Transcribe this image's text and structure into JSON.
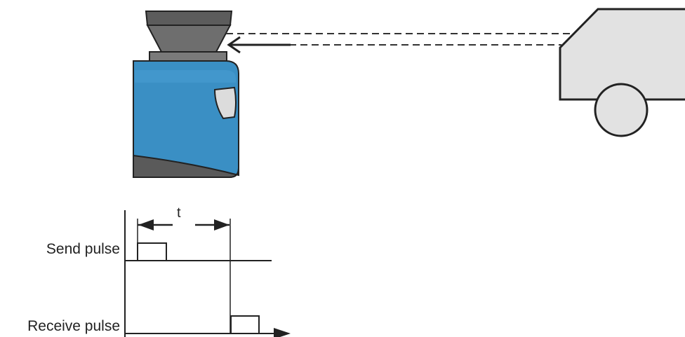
{
  "labels": {
    "send_pulse": "Send pulse",
    "receive_pulse": "Receive pulse",
    "time_symbol": "t"
  },
  "colors": {
    "scanner_blue": "#3a8fc4",
    "scanner_head": "#6a6a6a",
    "scanner_base": "#5a5a5a",
    "car_fill": "#e2e2e2",
    "outline": "#222222"
  },
  "icons": {
    "scanner": "laser-scanner-icon",
    "vehicle": "car-icon"
  }
}
